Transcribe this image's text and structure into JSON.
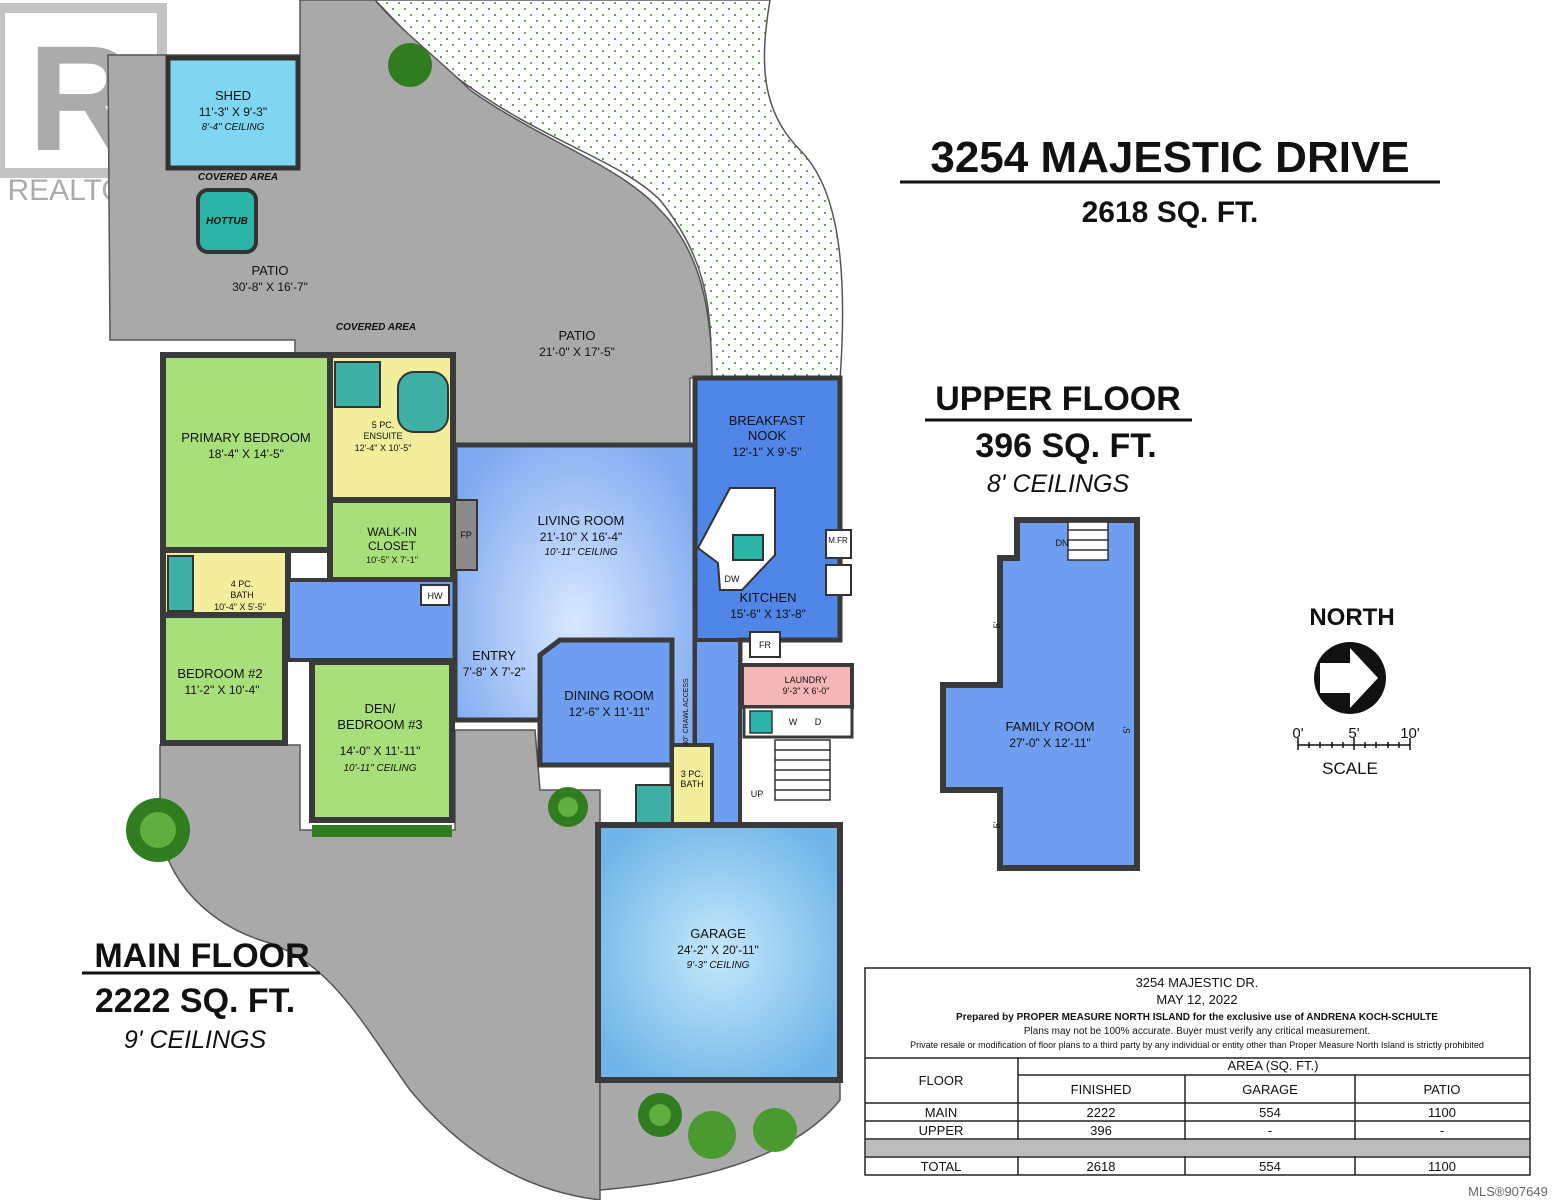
{
  "watermark": {
    "text": "REALTOR®"
  },
  "title": {
    "address": "3254 MAJESTIC DRIVE",
    "total_area": "2618 SQ. FT."
  },
  "upper_floor": {
    "name": "UPPER FLOOR",
    "area": "396 SQ. FT.",
    "ceilings": "8' CEILINGS"
  },
  "main_floor": {
    "name": "MAIN FLOOR",
    "area": "2222 SQ. FT.",
    "ceilings": "9' CEILINGS"
  },
  "compass": {
    "label": "NORTH"
  },
  "scale": {
    "t0": "0'",
    "t5": "5'",
    "t10": "10'",
    "label": "SCALE"
  },
  "rooms": {
    "shed": {
      "name": "SHED",
      "dim": "11'-3\" X 9'-3\"",
      "ceiling": "8'-4\" CEILING"
    },
    "covered_area_top": "COVERED AREA",
    "hottub": "HOTTUB",
    "patio_left": {
      "name": "PATIO",
      "dim": "30'-8\" X 16'-7\""
    },
    "covered_area": "COVERED AREA",
    "patio_right": {
      "name": "PATIO",
      "dim": "21'-0\" X 17'-5\""
    },
    "primary": {
      "name": "PRIMARY BEDROOM",
      "dim": "18'-4\" X 14'-5\""
    },
    "ensuite": {
      "name1": "5 PC.",
      "name2": "ENSUITE",
      "dim": "12'-4\" X 10'-5\""
    },
    "walkin": {
      "name1": "WALK-IN",
      "name2": "CLOSET",
      "dim": "10'-5\" X 7'-1\""
    },
    "bath4": {
      "name1": "4 PC.",
      "name2": "BATH",
      "dim": "10'-4\" X 5'-5\""
    },
    "bed2": {
      "name": "BEDROOM #2",
      "dim": "11'-2\" X 10'-4\""
    },
    "den": {
      "name1": "DEN/",
      "name2": "BEDROOM #3",
      "dim": "14'-0\" X 11'-11\"",
      "ceiling": "10'-11\" CEILING"
    },
    "living": {
      "name": "LIVING ROOM",
      "dim": "21'-10\" X 16'-4\"",
      "ceiling": "10'-11\" CEILING"
    },
    "fp": "FP",
    "hw": "HW",
    "entry": {
      "name": "ENTRY",
      "dim": "7'-8\" X 7'-2\""
    },
    "dining": {
      "name": "DINING ROOM",
      "dim": "12'-6\" X 11'-11\""
    },
    "crawl": "30\" CRAWL ACCESS",
    "bath3": {
      "name1": "3 PC.",
      "name2": "BATH"
    },
    "nook": {
      "name1": "BREAKFAST",
      "name2": "NOOK",
      "dim": "12'-1\" X 9'-5\""
    },
    "kitchen": {
      "name": "KITCHEN",
      "dim": "15'-6\" X 13'-8\""
    },
    "dw": "DW",
    "mfr": "M.FR",
    "fr": "FR",
    "laundry": {
      "name": "LAUNDRY",
      "dim": "9'-3\" X 6'-0\""
    },
    "w": "W",
    "d": "D",
    "up": "UP",
    "garage": {
      "name": "GARAGE",
      "dim": "24'-2\" X 20'-11\"",
      "ceiling": "9'-3\" CEILING"
    },
    "family": {
      "name": "FAMILY ROOM",
      "dim": "27'-0\" X 12'-11\""
    },
    "dn": "DN",
    "slope": "5'"
  },
  "info_table": {
    "address": "3254 MAJESTIC DR.",
    "date": "MAY 12, 2022",
    "prepared": "Prepared by PROPER MEASURE NORTH ISLAND for the exclusive use of ANDRENA KOCH-SCHULTE",
    "disclaimer1": "Plans may not be 100% accurate.  Buyer must verify any critical measurement.",
    "disclaimer2": "Private resale  or modification of floor plans to a third party by any individual or entity other than Proper Measure North Island is strictly prohibited",
    "area_header": "AREA (SQ. FT.)",
    "col_floor": "FLOOR",
    "col_finished": "FINISHED",
    "col_garage": "GARAGE",
    "col_patio": "PATIO",
    "rows": [
      {
        "floor": "MAIN",
        "finished": "2222",
        "garage": "554",
        "patio": "1100"
      },
      {
        "floor": "UPPER",
        "finished": "396",
        "garage": "-",
        "patio": "-"
      }
    ],
    "total": {
      "floor": "TOTAL",
      "finished": "2618",
      "garage": "554",
      "patio": "1100"
    }
  },
  "mls": "MLS®907649",
  "colors": {
    "patio": "#a9a9a9",
    "blue_room": "#6f9ef0",
    "living": "#a8c8f5",
    "green_room": "#a7e07a",
    "ensuite": "#f3ee9c",
    "laundry": "#f4b6b6",
    "garage": "#8cc8ee",
    "shed": "#7fd6f0",
    "hottub": "#2ab5a8",
    "wall": "#3a3a3a",
    "landscape": "#2f7d1f"
  }
}
